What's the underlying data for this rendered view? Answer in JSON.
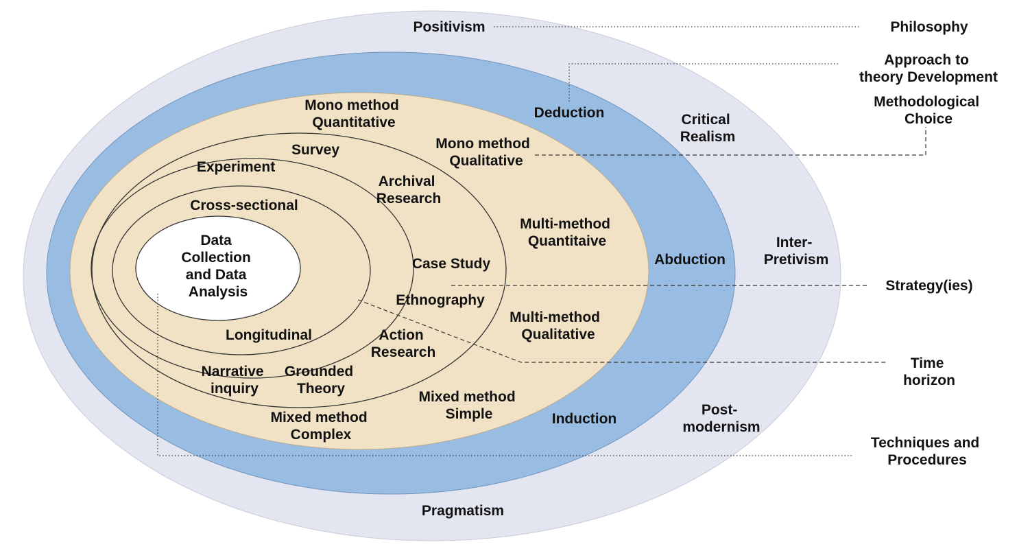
{
  "colors": {
    "philosophy_ring": "#e3e5f0",
    "approach_ring": "#99bde2",
    "choice_area": "#f2e2c5",
    "core": "#ffffff",
    "outline": "#333333",
    "text": "#111111"
  },
  "layers": {
    "philosophy": [
      "Positivism",
      "Critical Realism",
      "Inter- Pretivism",
      "Post- modernism",
      "Pragmatism"
    ],
    "approach": [
      "Deduction",
      "Abduction",
      "Induction"
    ],
    "methodological_choice": [
      "Mono method Quantitative",
      "Mono method Qualitative",
      "Multi-method Quantitaive",
      "Multi-method Qualitative",
      "Mixed method Simple",
      "Mixed method Complex"
    ],
    "strategies": [
      "Survey",
      "Experiment",
      "Archival Research",
      "Case Study",
      "Ethnography",
      "Action Research",
      "Grounded Theory",
      "Narrative inquiry"
    ],
    "time_horizon": [
      "Cross-sectional",
      "Longitudinal"
    ],
    "core": [
      "Data",
      "Collection",
      "and Data",
      "Analysis"
    ]
  },
  "labels": {
    "positivism": "Positivism",
    "critical_realism": [
      "Critical",
      "Realism"
    ],
    "interpretivism": [
      "Inter-",
      "Pretivism"
    ],
    "postmodernism": [
      "Post-",
      "modernism"
    ],
    "pragmatism": "Pragmatism",
    "deduction": "Deduction",
    "abduction": "Abduction",
    "induction": "Induction",
    "mono_quant": [
      "Mono method",
      "Quantitative"
    ],
    "mono_qual": [
      "Mono method",
      "Qualitative"
    ],
    "multi_quant": [
      "Multi-method",
      "Quantitaive"
    ],
    "multi_qual": [
      "Multi-method",
      "Qualitative"
    ],
    "mixed_simple": [
      "Mixed method",
      "Simple"
    ],
    "mixed_complex": [
      "Mixed method",
      "Complex"
    ],
    "survey": "Survey",
    "experiment": "Experiment",
    "archival": [
      "Archival",
      "Research"
    ],
    "case_study": "Case Study",
    "ethnography": "Ethnography",
    "action_research": [
      "Action",
      "Research"
    ],
    "grounded_theory": [
      "Grounded",
      "Theory"
    ],
    "narrative_inquiry": [
      "Narrative",
      "inquiry"
    ],
    "cross_sectional": "Cross-sectional",
    "longitudinal": "Longitudinal",
    "core": [
      "Data",
      "Collection",
      "and Data",
      "Analysis"
    ]
  },
  "legend": {
    "philosophy": "Philosophy",
    "approach": [
      "Approach to",
      "theory Development"
    ],
    "methodological_choice": [
      "Methodological",
      "Choice"
    ],
    "strategies": "Strategy(ies)",
    "time_horizon": [
      "Time",
      "horizon"
    ],
    "techniques": [
      "Techniques and",
      "Procedures"
    ]
  }
}
